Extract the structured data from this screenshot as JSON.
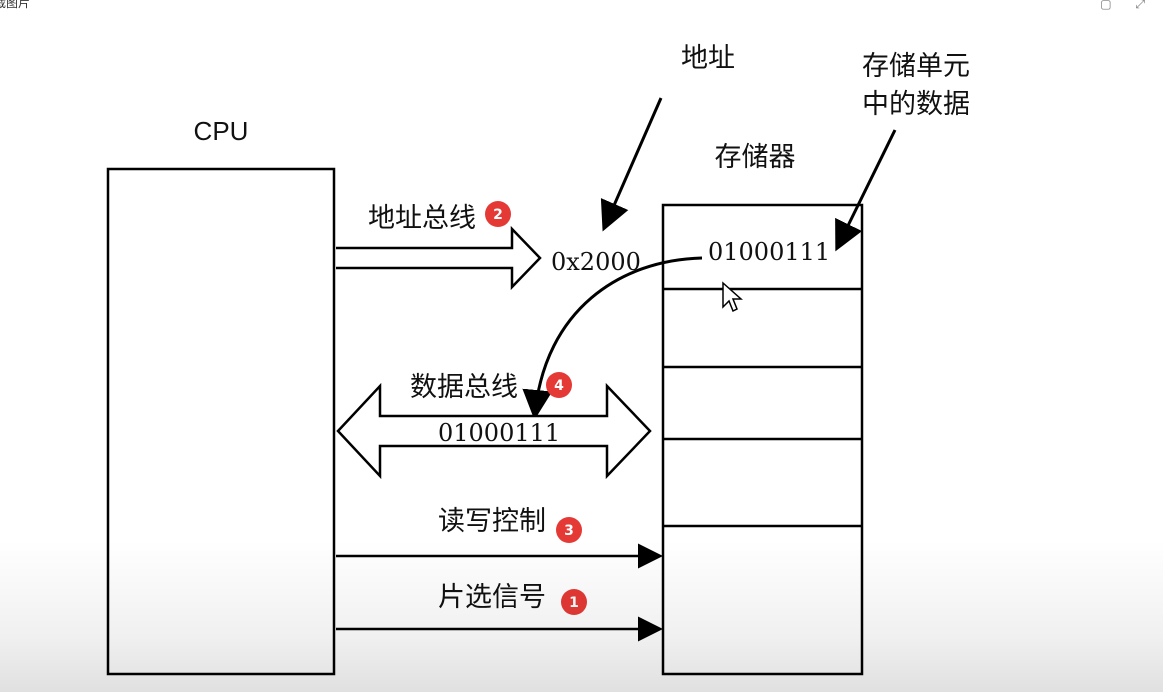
{
  "window": {
    "title": "截图片",
    "corner_icons": "▢ ⤢"
  },
  "diagram": {
    "cpu_label": "CPU",
    "memory_label": "存储器",
    "address_label": "地址",
    "cell_data_label_line1": "存储单元",
    "cell_data_label_line2": "中的数据",
    "address_bus_label": "地址总线",
    "address_value": "0x2000",
    "memory_cell_value": "01000111",
    "data_bus_label": "数据总线",
    "data_bus_value": "01000111",
    "rw_control_label": "读写控制",
    "chip_select_label": "片选信号",
    "badges": {
      "address_bus": "2",
      "data_bus": "4",
      "rw_control": "3",
      "chip_select": "1"
    },
    "badge_color": "#e53935"
  }
}
